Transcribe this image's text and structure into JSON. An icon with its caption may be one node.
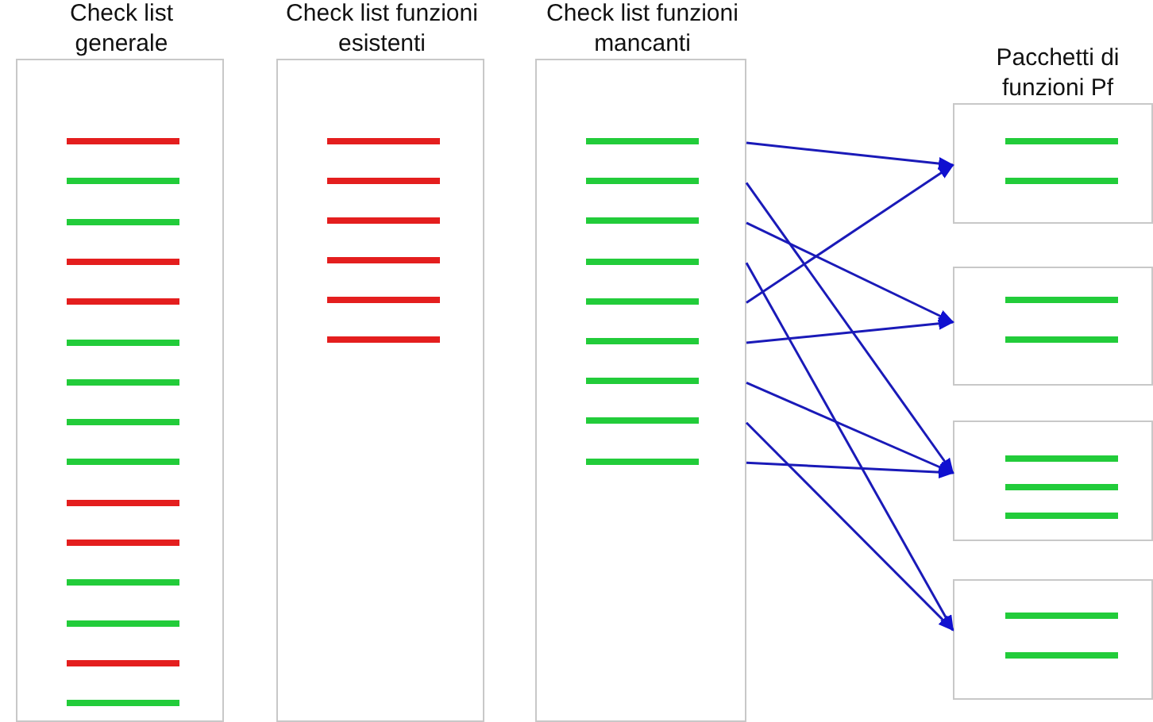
{
  "diagram": {
    "nodes": [
      {
        "text": [
          "Check list generale"
        ]
      },
      {
        "text": [],
        "shape": "bar",
        "in": 0
      },
      {
        "text": [],
        "shape": "bar",
        "in": 0
      },
      {
        "text": [],
        "shape": "bar",
        "in": 0
      },
      {
        "text": [],
        "shape": "bar",
        "in": 0
      },
      {
        "text": [],
        "shape": "bar",
        "in": 0
      },
      {
        "text": [],
        "shape": "bar",
        "in": 0
      },
      {
        "text": [],
        "shape": "bar",
        "in": 0
      },
      {
        "text": [],
        "shape": "bar",
        "in": 0
      },
      {
        "text": [],
        "shape": "bar",
        "in": 0
      },
      {
        "text": [],
        "shape": "bar",
        "in": 0
      },
      {
        "text": [],
        "shape": "bar",
        "in": 0
      },
      {
        "text": [],
        "shape": "bar",
        "in": 0
      },
      {
        "text": [],
        "shape": "bar",
        "in": 0
      },
      {
        "text": [],
        "shape": "bar",
        "in": 0
      },
      {
        "text": [],
        "shape": "bar",
        "in": 0
      },
      {
        "text": [
          "Check list funzioni esistenti"
        ]
      },
      {
        "text": [],
        "shape": "bar",
        "in": 16
      },
      {
        "text": [],
        "shape": "bar",
        "in": 16
      },
      {
        "text": [],
        "shape": "bar",
        "in": 16
      },
      {
        "text": [],
        "shape": "bar",
        "in": 16
      },
      {
        "text": [],
        "shape": "bar",
        "in": 16
      },
      {
        "text": [],
        "shape": "bar",
        "in": 16
      },
      {
        "text": [
          "Check list funzioni mancanti"
        ]
      },
      {
        "text": [],
        "shape": "bar",
        "in": 23
      },
      {
        "text": [],
        "shape": "bar",
        "in": 23
      },
      {
        "text": [],
        "shape": "bar",
        "in": 23
      },
      {
        "text": [],
        "shape": "bar",
        "in": 23
      },
      {
        "text": [],
        "shape": "bar",
        "in": 23
      },
      {
        "text": [],
        "shape": "bar",
        "in": 23
      },
      {
        "text": [],
        "shape": "bar",
        "in": 23
      },
      {
        "text": [],
        "shape": "bar",
        "in": 23
      },
      {
        "text": [],
        "shape": "bar",
        "in": 23
      },
      {
        "text": [
          "Pacchetti di funzioni Pf"
        ]
      },
      {
        "text": [],
        "shape": "bar",
        "in": 33
      },
      {
        "text": [],
        "shape": "bar",
        "in": 33
      },
      {
        "text": [],
        "shape": "box"
      },
      {
        "text": [],
        "shape": "bar",
        "in": 36
      },
      {
        "text": [],
        "shape": "bar",
        "in": 36
      },
      {
        "text": [],
        "shape": "box"
      },
      {
        "text": [],
        "shape": "bar",
        "in": 39
      },
      {
        "text": [],
        "shape": "bar",
        "in": 39
      },
      {
        "text": [],
        "shape": "bar",
        "in": 39
      },
      {
        "text": [],
        "shape": "box"
      },
      {
        "text": [],
        "shape": "bar",
        "in": 43
      },
      {
        "text": [],
        "shape": "bar",
        "in": 43
      }
    ],
    "edges": [
      {
        "from": 24,
        "to": 33,
        "arrow": "to"
      },
      {
        "from": 25,
        "to": 39,
        "arrow": "to"
      },
      {
        "from": 26,
        "to": 36,
        "arrow": "to"
      },
      {
        "from": 27,
        "to": 43,
        "arrow": "to"
      },
      {
        "from": 28,
        "to": 33,
        "arrow": "to"
      },
      {
        "from": 29,
        "to": 36,
        "arrow": "to"
      },
      {
        "from": 30,
        "to": 39,
        "arrow": "to"
      },
      {
        "from": 31,
        "to": 43,
        "arrow": "to"
      },
      {
        "from": 32,
        "to": 39,
        "arrow": "to"
      }
    ]
  }
}
